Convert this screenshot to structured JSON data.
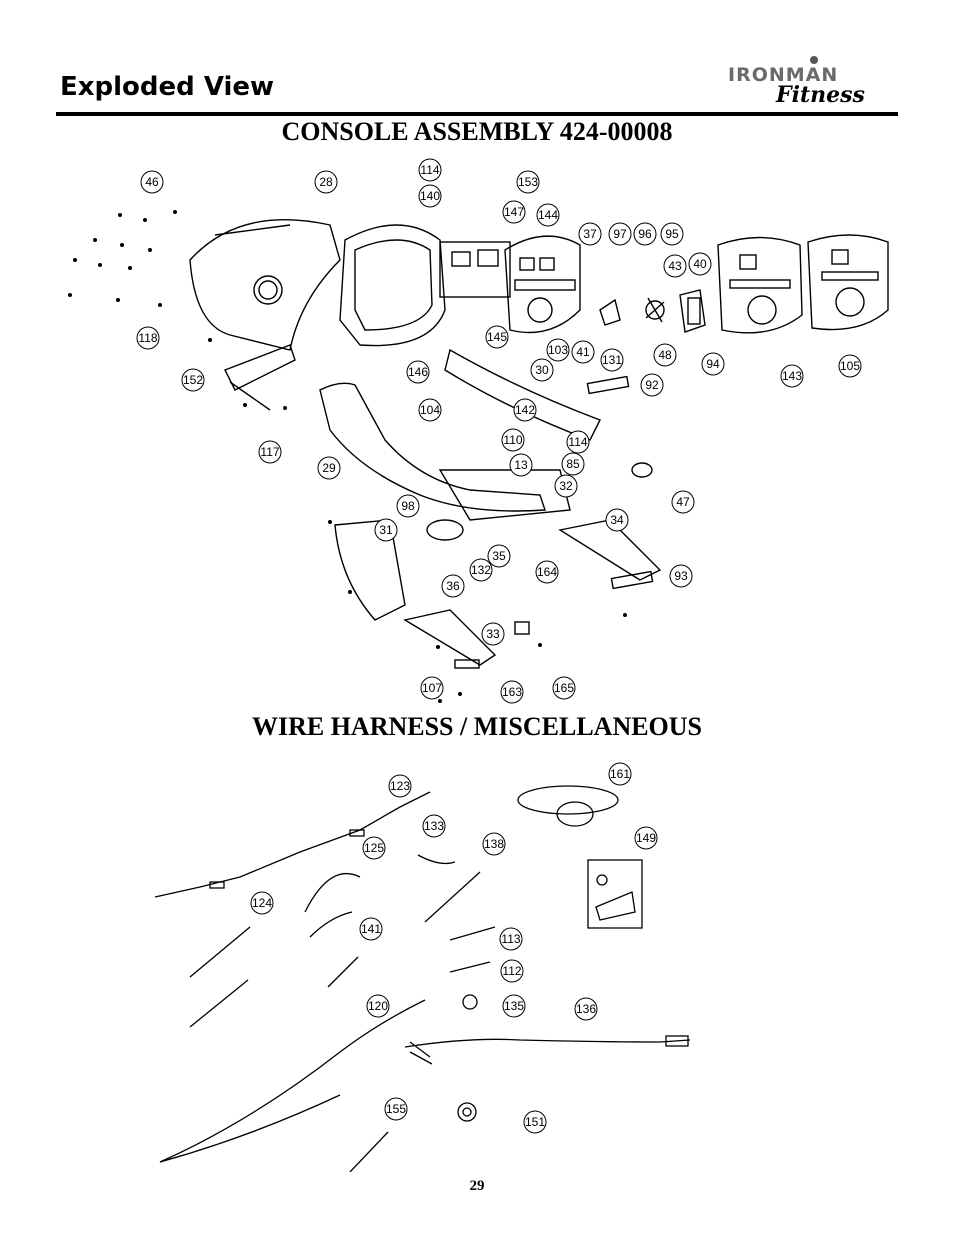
{
  "header": {
    "title": "Exploded View",
    "logo_brand": "IRONMAN",
    "logo_script": "Fitness"
  },
  "sections": {
    "console_title": "CONSOLE ASSEMBLY 424-00008",
    "wire_title": "WIRE HARNESS / MISCELLANEOUS"
  },
  "console_parts": [
    "46",
    "28",
    "114",
    "140",
    "153",
    "147",
    "144",
    "37",
    "97",
    "96",
    "95",
    "43",
    "40",
    "118",
    "152",
    "146",
    "145",
    "103",
    "41",
    "131",
    "48",
    "94",
    "143",
    "105",
    "30",
    "92",
    "117",
    "29",
    "104",
    "142",
    "110",
    "114",
    "13",
    "85",
    "47",
    "32",
    "98",
    "31",
    "35",
    "132",
    "36",
    "34",
    "93",
    "164",
    "33",
    "107",
    "163",
    "165"
  ],
  "wire_parts": [
    "123",
    "161",
    "133",
    "125",
    "138",
    "149",
    "124",
    "141",
    "113",
    "112",
    "135",
    "120",
    "136",
    "155",
    "151"
  ],
  "page_number": "29"
}
